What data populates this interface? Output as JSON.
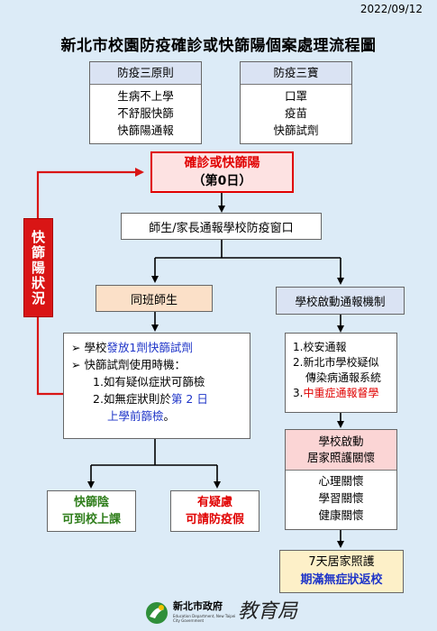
{
  "date": "2022/09/12",
  "title": "新北市校園防疫確診或快篩陽個案處理流程圖",
  "principles": {
    "header": "防疫三原則",
    "lines": [
      "生病不上學",
      "不舒服快篩",
      "快篩陽通報"
    ]
  },
  "treasures": {
    "header": "防疫三寶",
    "lines": [
      "口罩",
      "疫苗",
      "快篩試劑"
    ]
  },
  "start_box": {
    "line1": "確診或快篩陽",
    "line2": "（第0日）"
  },
  "report_box": "師生/家長通報學校防疫窗口",
  "side_label": "快篩陽狀況",
  "classmates_box": "同班師生",
  "school_notify_box": "學校啟動通報機制",
  "classmates_detail": {
    "b1_prefix": "學校",
    "b1_highlight": "發放1劑快篩試劑",
    "b2": "快篩試劑使用時機：",
    "s1": "1.如有疑似症狀可篩檢",
    "s2_prefix": "2.如無症狀則於",
    "s2_highlight": "第 2 日",
    "s3_highlight": "上學前篩檢",
    "s3_suffix": "。"
  },
  "notify_detail": {
    "l1": "1.校安通報",
    "l2": "2.新北市學校疑似",
    "l3": "傳染病通報系統",
    "l4_prefix": "3.",
    "l4_highlight": "中重症通報督學"
  },
  "negative_box": {
    "line1": "快篩陰",
    "line2": "可到校上課"
  },
  "suspect_box": {
    "line1": "有疑慮",
    "line2": "可請防疫假"
  },
  "care_header": {
    "line1": "學校啟動",
    "line2": "居家照護關懷"
  },
  "care_items": [
    "心理關懷",
    "學習關懷",
    "健康關懷"
  ],
  "home_care": {
    "line1": "7天居家照護",
    "line2": "期滿無症狀返校"
  },
  "footer": {
    "org": "新北市政府",
    "dept_en": "Education Department, New Taipei City Government",
    "bureau": "教育局"
  },
  "colors": {
    "background": "#dcebf7",
    "start_fill": "#fde2e2",
    "start_border": "#e00000",
    "classmates_fill": "#fbe0c8",
    "notify_fill": "#dae3f3",
    "care_fill": "#fbd5d5",
    "home_fill": "#fdf0c8",
    "arrow": "#000000",
    "red_arrow": "#d91515"
  }
}
